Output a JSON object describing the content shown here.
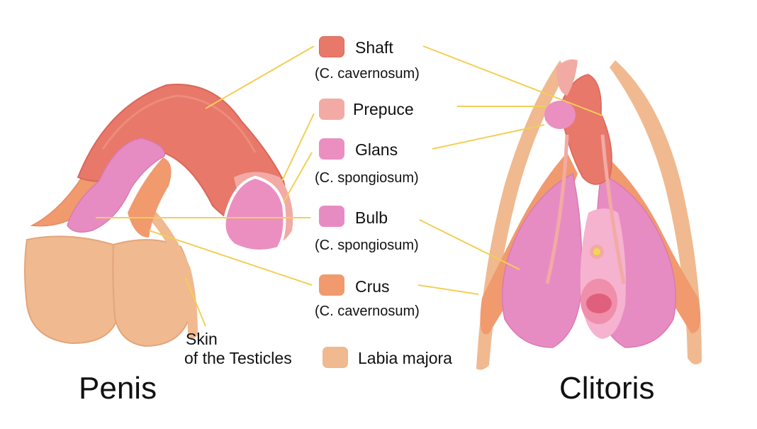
{
  "colors": {
    "shaft": "#e8786a",
    "prepuce": "#f2aaa5",
    "glans": "#ea8fc0",
    "bulb": "#e78cc2",
    "crus": "#f09a6e",
    "labia": "#f0b98f",
    "leader": "#f2cf55"
  },
  "legend": [
    {
      "id": "shaft",
      "label": "Shaft",
      "sub": "(C. cavernosum)"
    },
    {
      "id": "prepuce",
      "label": "Prepuce",
      "sub": ""
    },
    {
      "id": "glans",
      "label": "Glans",
      "sub": "(C. spongiosum)"
    },
    {
      "id": "bulb",
      "label": "Bulb",
      "sub": "(C. spongiosum)"
    },
    {
      "id": "crus",
      "label": "Crus",
      "sub": "(C. cavernosum)"
    },
    {
      "id": "labia",
      "label": "Labia majora",
      "sub": ""
    }
  ],
  "skin_label": {
    "line1": "Skin",
    "line2": "of the Testicles"
  },
  "titles": {
    "left": "Penis",
    "right": "Clitoris"
  }
}
